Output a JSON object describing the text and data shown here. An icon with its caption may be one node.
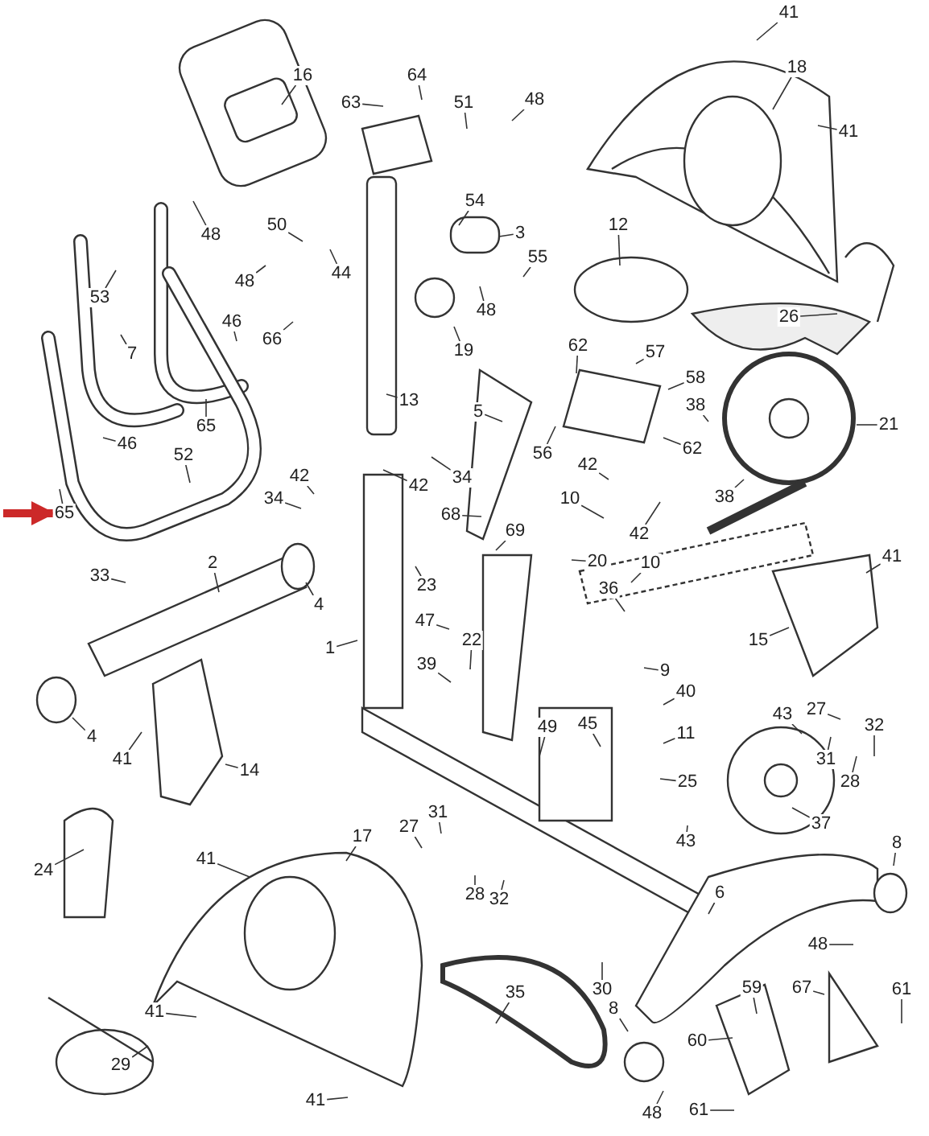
{
  "diagram": {
    "nodes": [
      {
        "text": [
          "16"
        ]
      },
      {
        "text": [
          "41"
        ]
      },
      {
        "text": [
          "64"
        ]
      },
      {
        "text": [
          "63"
        ]
      },
      {
        "text": [
          "51"
        ]
      },
      {
        "text": [
          "48"
        ]
      },
      {
        "text": [
          "18"
        ]
      },
      {
        "text": [
          "41"
        ]
      },
      {
        "text": [
          "48"
        ]
      },
      {
        "text": [
          "50"
        ]
      },
      {
        "text": [
          "54"
        ]
      },
      {
        "text": [
          "3"
        ]
      },
      {
        "text": [
          "12"
        ]
      },
      {
        "text": [
          "48"
        ]
      },
      {
        "text": [
          "44"
        ]
      },
      {
        "text": [
          "55"
        ]
      },
      {
        "text": [
          "53"
        ]
      },
      {
        "text": [
          "48"
        ]
      },
      {
        "text": [
          "46"
        ]
      },
      {
        "text": [
          "66"
        ]
      },
      {
        "text": [
          "19"
        ]
      },
      {
        "text": [
          "26"
        ]
      },
      {
        "text": [
          "7"
        ]
      },
      {
        "text": [
          "57"
        ]
      },
      {
        "text": [
          "62"
        ]
      },
      {
        "text": [
          "58"
        ]
      },
      {
        "text": [
          "13"
        ]
      },
      {
        "text": [
          "5"
        ]
      },
      {
        "text": [
          "38"
        ]
      },
      {
        "text": [
          "21"
        ]
      },
      {
        "text": [
          "65"
        ]
      },
      {
        "text": [
          "56"
        ]
      },
      {
        "text": [
          "62"
        ]
      },
      {
        "text": [
          "46"
        ]
      },
      {
        "text": [
          "52"
        ]
      },
      {
        "text": [
          "42"
        ]
      },
      {
        "text": [
          "42"
        ]
      },
      {
        "text": [
          "34"
        ]
      },
      {
        "text": [
          "42"
        ]
      },
      {
        "text": [
          "10"
        ]
      },
      {
        "text": [
          "38"
        ]
      },
      {
        "text": [
          "34"
        ]
      },
      {
        "text": [
          "65"
        ]
      },
      {
        "text": [
          "68"
        ]
      },
      {
        "text": [
          "42"
        ]
      },
      {
        "text": [
          "69"
        ]
      },
      {
        "text": [
          "10"
        ]
      },
      {
        "text": [
          "20"
        ]
      },
      {
        "text": [
          "33"
        ]
      },
      {
        "text": [
          "2"
        ]
      },
      {
        "text": [
          "4"
        ]
      },
      {
        "text": [
          "23"
        ]
      },
      {
        "text": [
          "36"
        ]
      },
      {
        "text": [
          "41"
        ]
      },
      {
        "text": [
          "15"
        ]
      },
      {
        "text": [
          "47"
        ]
      },
      {
        "text": [
          "1"
        ]
      },
      {
        "text": [
          "22"
        ]
      },
      {
        "text": [
          "39"
        ]
      },
      {
        "text": [
          "9"
        ]
      },
      {
        "text": [
          "40"
        ]
      },
      {
        "text": [
          "43"
        ]
      },
      {
        "text": [
          "27"
        ]
      },
      {
        "text": [
          "32"
        ]
      },
      {
        "text": [
          "49"
        ]
      },
      {
        "text": [
          "45"
        ]
      },
      {
        "text": [
          "11"
        ]
      },
      {
        "text": [
          "31"
        ]
      },
      {
        "text": [
          "28"
        ]
      },
      {
        "text": [
          "25"
        ]
      },
      {
        "text": [
          "4"
        ]
      },
      {
        "text": [
          "41"
        ]
      },
      {
        "text": [
          "14"
        ]
      },
      {
        "text": [
          "37"
        ]
      },
      {
        "text": [
          "43"
        ]
      },
      {
        "text": [
          "17"
        ]
      },
      {
        "text": [
          "27"
        ]
      },
      {
        "text": [
          "31"
        ]
      },
      {
        "text": [
          "24"
        ]
      },
      {
        "text": [
          "41"
        ]
      },
      {
        "text": [
          "6"
        ]
      },
      {
        "text": [
          "8"
        ]
      },
      {
        "text": [
          "28"
        ]
      },
      {
        "text": [
          "32"
        ]
      },
      {
        "text": [
          "48"
        ]
      },
      {
        "text": [
          "41"
        ]
      },
      {
        "text": [
          "35"
        ]
      },
      {
        "text": [
          "30"
        ]
      },
      {
        "text": [
          "59"
        ]
      },
      {
        "text": [
          "67"
        ]
      },
      {
        "text": [
          "61"
        ]
      },
      {
        "text": [
          "60"
        ]
      },
      {
        "text": [
          "8"
        ]
      },
      {
        "text": [
          "29"
        ]
      },
      {
        "text": [
          "41"
        ]
      },
      {
        "text": [
          "61"
        ]
      },
      {
        "text": [
          "48"
        ]
      }
    ],
    "edges": [
      {
        "from": 0,
        "to": null,
        "arrow": "none"
      },
      {
        "from": 1,
        "to": null,
        "arrow": "none"
      },
      {
        "from": 2,
        "to": null,
        "arrow": "none"
      },
      {
        "from": 3,
        "to": null,
        "arrow": "none"
      },
      {
        "from": 4,
        "to": null,
        "arrow": "none"
      },
      {
        "from": 5,
        "to": null,
        "arrow": "none"
      },
      {
        "from": 6,
        "to": null,
        "arrow": "none"
      },
      {
        "from": 7,
        "to": null,
        "arrow": "none"
      },
      {
        "from": 8,
        "to": null,
        "arrow": "none"
      },
      {
        "from": 9,
        "to": null,
        "arrow": "none"
      },
      {
        "from": 10,
        "to": null,
        "arrow": "none"
      },
      {
        "from": 11,
        "to": null,
        "arrow": "none"
      },
      {
        "from": 12,
        "to": null,
        "arrow": "none"
      },
      {
        "from": 13,
        "to": null,
        "arrow": "none"
      },
      {
        "from": 14,
        "to": null,
        "arrow": "none"
      },
      {
        "from": 15,
        "to": null,
        "arrow": "none"
      },
      {
        "from": 16,
        "to": null,
        "arrow": "none"
      },
      {
        "from": 17,
        "to": null,
        "arrow": "none"
      },
      {
        "from": 18,
        "to": null,
        "arrow": "none"
      },
      {
        "from": 19,
        "to": null,
        "arrow": "none"
      },
      {
        "from": 20,
        "to": null,
        "arrow": "none"
      },
      {
        "from": 21,
        "to": null,
        "arrow": "none"
      },
      {
        "from": 22,
        "to": null,
        "arrow": "none"
      },
      {
        "from": 23,
        "to": null,
        "arrow": "none"
      },
      {
        "from": 24,
        "to": null,
        "arrow": "none"
      },
      {
        "from": 25,
        "to": null,
        "arrow": "none"
      },
      {
        "from": 26,
        "to": null,
        "arrow": "none"
      },
      {
        "from": 27,
        "to": null,
        "arrow": "none"
      },
      {
        "from": 28,
        "to": null,
        "arrow": "none"
      },
      {
        "from": 29,
        "to": null,
        "arrow": "none"
      },
      {
        "from": 30,
        "to": null,
        "arrow": "none"
      },
      {
        "from": 31,
        "to": null,
        "arrow": "none"
      },
      {
        "from": 32,
        "to": null,
        "arrow": "none"
      },
      {
        "from": 33,
        "to": null,
        "arrow": "none"
      },
      {
        "from": 34,
        "to": null,
        "arrow": "none"
      },
      {
        "from": 35,
        "to": null,
        "arrow": "none"
      },
      {
        "from": 36,
        "to": null,
        "arrow": "none"
      },
      {
        "from": 37,
        "to": null,
        "arrow": "none"
      },
      {
        "from": 38,
        "to": null,
        "arrow": "none"
      },
      {
        "from": 39,
        "to": null,
        "arrow": "none"
      },
      {
        "from": 40,
        "to": null,
        "arrow": "none"
      },
      {
        "from": 41,
        "to": null,
        "arrow": "none"
      },
      {
        "from": 42,
        "to": null,
        "arrow": "none"
      },
      {
        "from": 43,
        "to": null,
        "arrow": "none"
      },
      {
        "from": 44,
        "to": null,
        "arrow": "none"
      },
      {
        "from": 45,
        "to": null,
        "arrow": "none"
      },
      {
        "from": 46,
        "to": null,
        "arrow": "none"
      },
      {
        "from": 47,
        "to": null,
        "arrow": "none"
      },
      {
        "from": 48,
        "to": null,
        "arrow": "none"
      },
      {
        "from": 49,
        "to": null,
        "arrow": "none"
      },
      {
        "from": 50,
        "to": null,
        "arrow": "none"
      },
      {
        "from": 51,
        "to": null,
        "arrow": "none"
      },
      {
        "from": 52,
        "to": null,
        "arrow": "none"
      },
      {
        "from": 53,
        "to": null,
        "arrow": "none"
      },
      {
        "from": 54,
        "to": null,
        "arrow": "none"
      },
      {
        "from": 55,
        "to": null,
        "arrow": "none"
      },
      {
        "from": 56,
        "to": null,
        "arrow": "none"
      },
      {
        "from": 57,
        "to": null,
        "arrow": "none"
      },
      {
        "from": 58,
        "to": null,
        "arrow": "none"
      },
      {
        "from": 59,
        "to": null,
        "arrow": "none"
      },
      {
        "from": 60,
        "to": null,
        "arrow": "none"
      },
      {
        "from": 61,
        "to": null,
        "arrow": "none"
      },
      {
        "from": 62,
        "to": null,
        "arrow": "none"
      },
      {
        "from": 63,
        "to": null,
        "arrow": "none"
      },
      {
        "from": 64,
        "to": null,
        "arrow": "none"
      },
      {
        "from": 65,
        "to": null,
        "arrow": "none"
      },
      {
        "from": 66,
        "to": null,
        "arrow": "none"
      },
      {
        "from": 67,
        "to": null,
        "arrow": "none"
      },
      {
        "from": 68,
        "to": null,
        "arrow": "none"
      },
      {
        "from": 69,
        "to": null,
        "arrow": "none"
      },
      {
        "from": 70,
        "to": null,
        "arrow": "none"
      },
      {
        "from": 71,
        "to": null,
        "arrow": "none"
      },
      {
        "from": 72,
        "to": null,
        "arrow": "none"
      },
      {
        "from": 73,
        "to": null,
        "arrow": "none"
      },
      {
        "from": 74,
        "to": null,
        "arrow": "none"
      },
      {
        "from": 75,
        "to": null,
        "arrow": "none"
      },
      {
        "from": 76,
        "to": null,
        "arrow": "none"
      },
      {
        "from": 77,
        "to": null,
        "arrow": "none"
      },
      {
        "from": 78,
        "to": null,
        "arrow": "none"
      },
      {
        "from": 79,
        "to": null,
        "arrow": "none"
      },
      {
        "from": 80,
        "to": null,
        "arrow": "none"
      },
      {
        "from": 81,
        "to": null,
        "arrow": "none"
      },
      {
        "from": 82,
        "to": null,
        "arrow": "none"
      },
      {
        "from": 83,
        "to": null,
        "arrow": "none"
      },
      {
        "from": 84,
        "to": null,
        "arrow": "none"
      },
      {
        "from": 85,
        "to": null,
        "arrow": "none"
      },
      {
        "from": 86,
        "to": null,
        "arrow": "none"
      },
      {
        "from": 87,
        "to": null,
        "arrow": "none"
      },
      {
        "from": 88,
        "to": null,
        "arrow": "none"
      },
      {
        "from": 89,
        "to": null,
        "arrow": "none"
      },
      {
        "from": 90,
        "to": null,
        "arrow": "none"
      },
      {
        "from": 91,
        "to": null,
        "arrow": "none"
      },
      {
        "from": 92,
        "to": null,
        "arrow": "none"
      },
      {
        "from": 93,
        "to": null,
        "arrow": "none"
      },
      {
        "from": 94,
        "to": null,
        "arrow": "none"
      },
      {
        "from": 95,
        "to": null,
        "arrow": "none"
      },
      {
        "from": 96,
        "to": null,
        "arrow": "none"
      },
      {
        "from": null,
        "to": 42,
        "arrow": "to",
        "style": "thick",
        "color": "#cc2929"
      }
    ]
  }
}
